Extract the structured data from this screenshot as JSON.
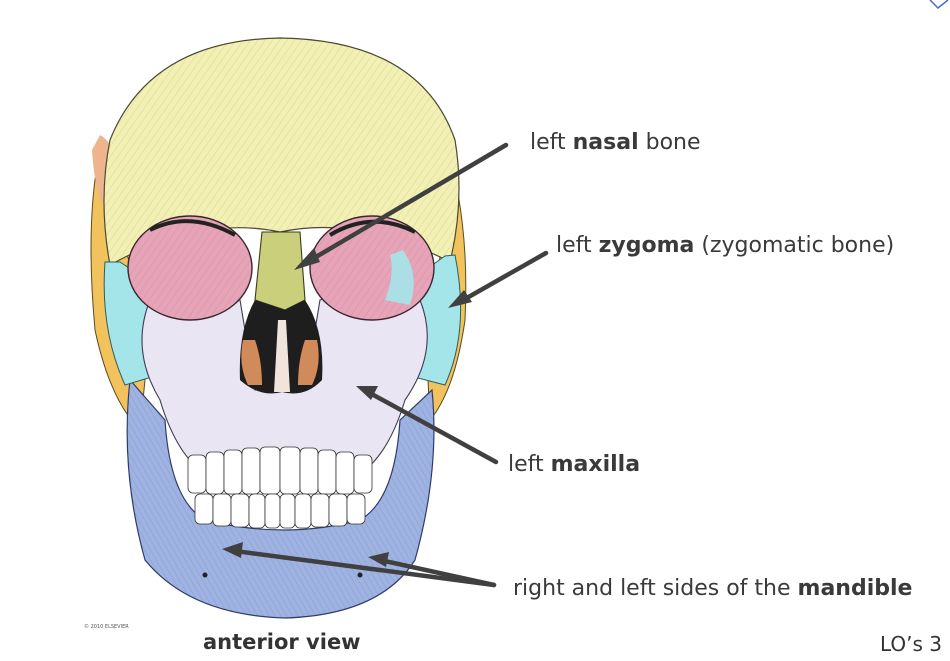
{
  "labels": {
    "nasal": {
      "prefix": "left ",
      "bold": "nasal",
      "suffix": " bone"
    },
    "zygoma": {
      "prefix": "left ",
      "bold": "zygoma",
      "suffix": " (zygomatic bone)"
    },
    "maxilla": {
      "prefix": "left ",
      "bold": "maxilla",
      "suffix": ""
    },
    "mandible": {
      "prefix": "right and left sides of the ",
      "bold": "mandible",
      "suffix": ""
    }
  },
  "caption": "anterior view",
  "slide_number": "LO’s 3",
  "copyright_text": "© 2010 ELSEVIER",
  "colors": {
    "cranium": "#f3f0b4",
    "orbit_pink": "#e7a3b8",
    "zygoma_cyan": "#a4e5ea",
    "temporal_orange": "#f2c25c",
    "maxilla_lavender": "#e9e5f2",
    "mandible_blue": "#9fb3e3",
    "nasal_olive": "#c9cf7a",
    "arrow": "#404040"
  }
}
